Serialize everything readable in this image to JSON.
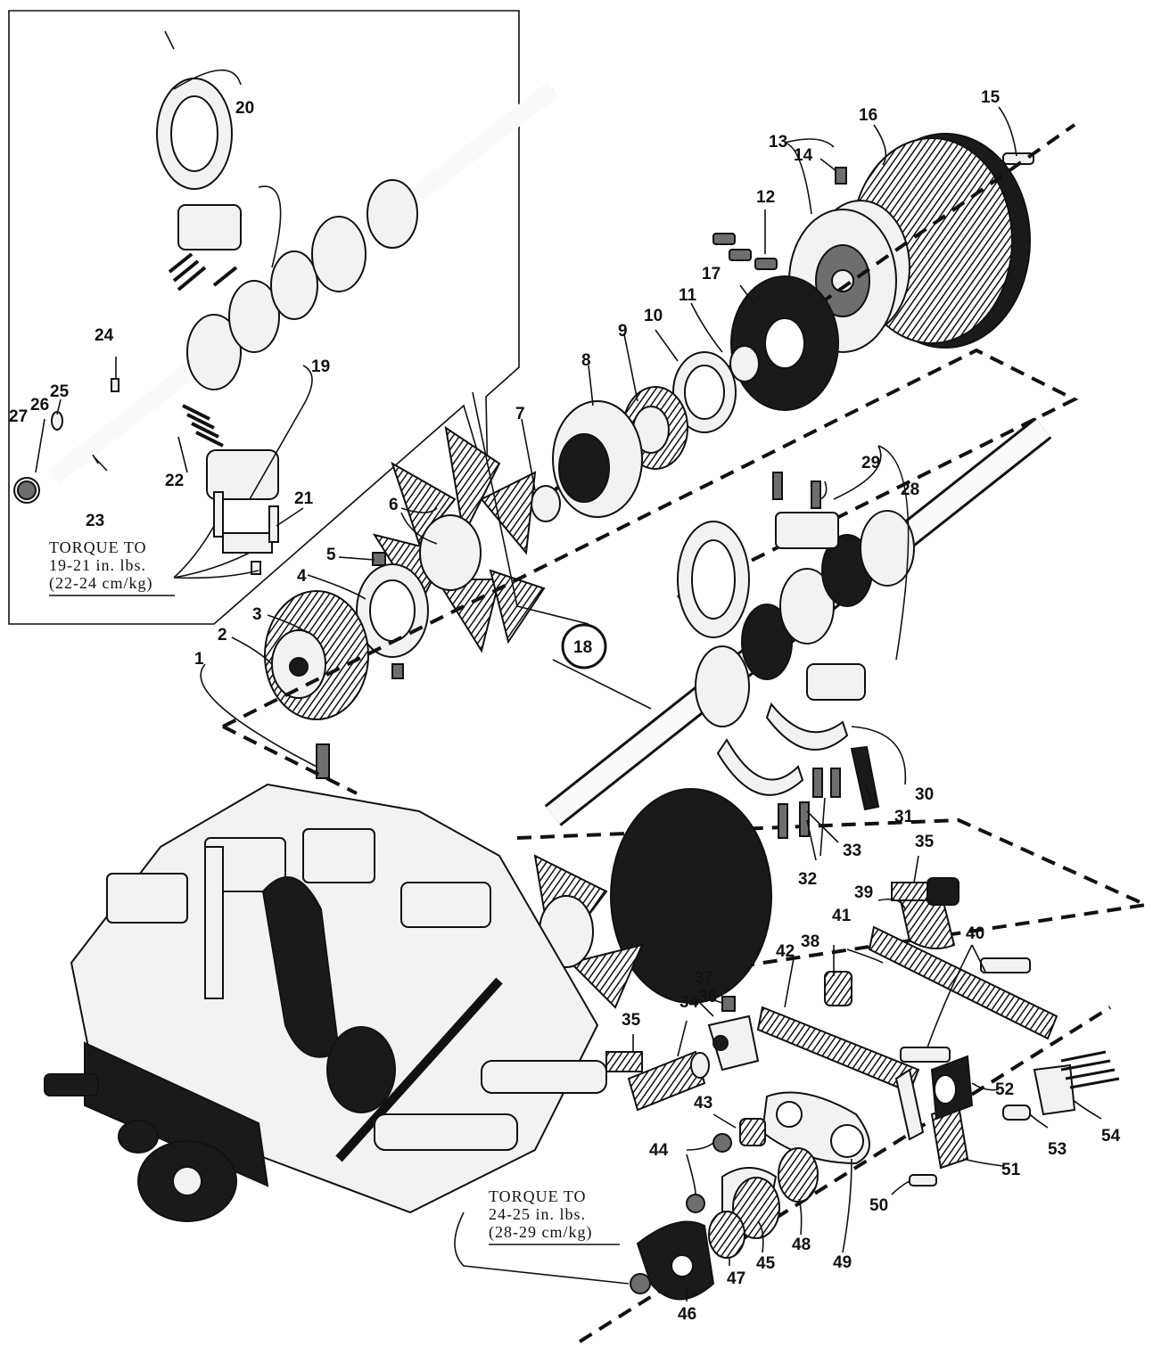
{
  "inset_torque_note": {
    "line1": "TORQUE TO",
    "line2": "19-21 in. lbs.",
    "line3": "(22-24 cm/kg)"
  },
  "bottom_torque_note": {
    "line1": "TORQUE TO",
    "line2": "24-25 in. lbs.",
    "line3": "(28-29 cm/kg)"
  },
  "callouts": [
    "1",
    "2",
    "3",
    "4",
    "5",
    "6",
    "7",
    "8",
    "9",
    "10",
    "11",
    "12",
    "13",
    "14",
    "15",
    "16",
    "17",
    "18",
    "19",
    "20",
    "21",
    "22",
    "23",
    "24",
    "25",
    "26",
    "27",
    "28",
    "29",
    "30",
    "31",
    "32",
    "33",
    "34",
    "35",
    "35",
    "36",
    "37",
    "38",
    "39",
    "40",
    "41",
    "42",
    "43",
    "44",
    "45",
    "46",
    "47",
    "48",
    "49",
    "50",
    "51",
    "52",
    "53",
    "54"
  ]
}
